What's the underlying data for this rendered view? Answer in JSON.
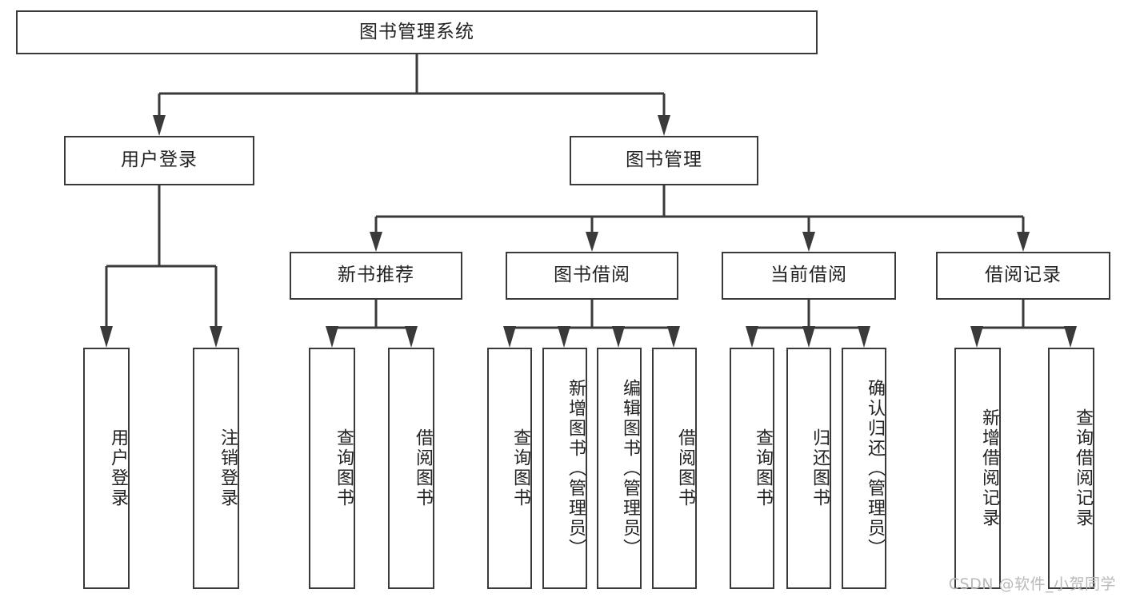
{
  "diagram": {
    "type": "tree",
    "title": "图书管理系统",
    "watermark": "CSDN @软件_小贺同学",
    "theme": {
      "box_border": "#3a3a3a",
      "box_fill": "#ffffff",
      "line": "#3a3a3a",
      "text": "#222222",
      "background": "#ffffff",
      "watermark_color": "#b9b9b9"
    },
    "root": {
      "label": "图书管理系统"
    },
    "level2": [
      {
        "label": "用户登录"
      },
      {
        "label": "图书管理"
      }
    ],
    "level3": [
      {
        "label": "新书推荐"
      },
      {
        "label": "图书借阅"
      },
      {
        "label": "当前借阅"
      },
      {
        "label": "借阅记录"
      }
    ],
    "leaves": {
      "user_login": [
        {
          "label": "用户登录"
        },
        {
          "label": "注销登录"
        }
      ],
      "new_book_recommend": [
        {
          "label": "查询图书"
        },
        {
          "label": "借阅图书"
        }
      ],
      "book_borrow": [
        {
          "label": "查询图书"
        },
        {
          "label": "新增图书（管理员）"
        },
        {
          "label": "编辑图书（管理员）"
        },
        {
          "label": "借阅图书"
        }
      ],
      "current_borrow": [
        {
          "label": "查询图书"
        },
        {
          "label": "归还图书"
        },
        {
          "label": "确认归还（管理员）"
        }
      ],
      "borrow_records": [
        {
          "label": "新增借阅记录"
        },
        {
          "label": "查询借阅记录"
        }
      ]
    }
  }
}
